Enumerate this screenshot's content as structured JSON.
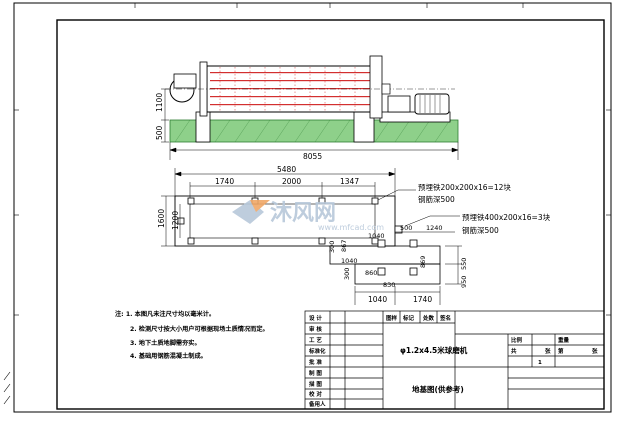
{
  "plan_view": {
    "overall_length": "5480",
    "segments": [
      "1740",
      "2000",
      "1347"
    ],
    "overall_width": "1600",
    "inner_width": "1200",
    "inner_dims": [
      "300",
      "867",
      "1040",
      "500",
      "1240"
    ],
    "motor_base_dims": [
      "1040",
      "860",
      "869",
      "550",
      "950",
      "830"
    ],
    "bottom_dims": [
      "1040",
      "1740"
    ],
    "side_dim": "300"
  },
  "elevation_view": {
    "height_top": "1100",
    "height_bottom": "500",
    "overall_length": "8055"
  },
  "callouts": {
    "c1_line1": "预埋铁200x200x16=12块",
    "c1_line2": "钢筋深500",
    "c2_line1": "预埋铁400x200x16=3块",
    "c2_line2": "钢筋深500"
  },
  "notes": {
    "n1": "注: 1. 本图凡未注尺寸均以毫米计。",
    "n2": "2. 检测尺寸按大小用户可根据现场土质情况而定。",
    "n3": "3. 地下土质地脚需夯实。",
    "n4": "4. 基础用钢筋混凝土制成。"
  },
  "title_block": {
    "left_rows": [
      "设 计",
      "审 核",
      "工 艺",
      "标准化",
      "批 准",
      "制 图",
      "描 图",
      "校 对",
      "备用人"
    ],
    "header_cols": [
      "图样",
      "标记",
      "处数",
      "签名"
    ],
    "title": "φ1.2x4.5米球磨机",
    "subtitle": "地基图(供参考)",
    "right_labels": [
      "比例",
      "重量",
      "共",
      "张",
      "第",
      "张"
    ],
    "sheet_no": "1"
  },
  "watermark": {
    "brand": "沐风网",
    "url": "www.mfcad.com"
  }
}
